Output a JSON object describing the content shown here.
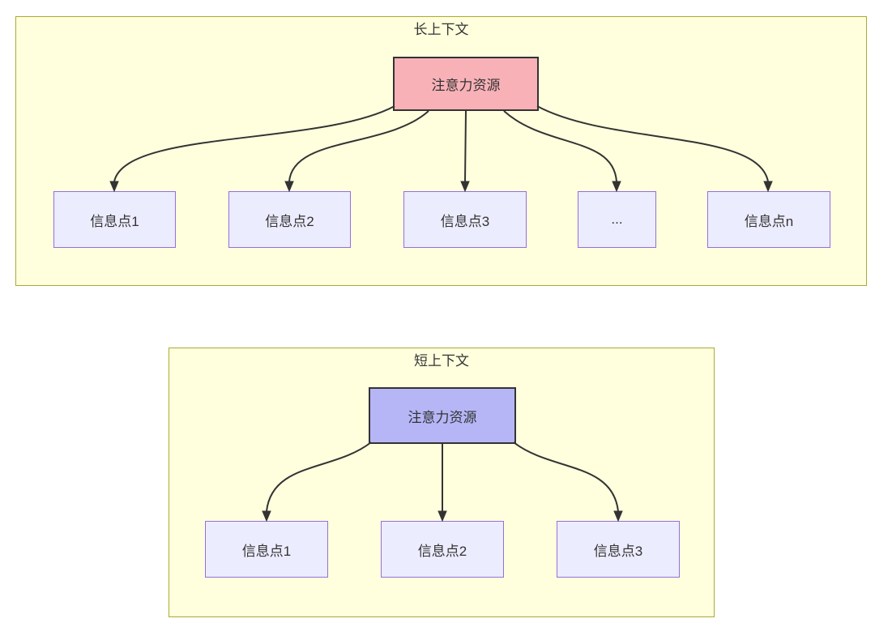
{
  "diagram": {
    "colors": {
      "container_fill": "#FFFFDE",
      "container_border": "#AAAA33",
      "node_fill": "#ECECFF",
      "node_border": "#9370DB",
      "attention_long_fill": "#F9B1B8",
      "attention_short_fill": "#B6B6F7",
      "line": "#333333"
    },
    "long_context": {
      "title": "长上下文",
      "attention": "注意力资源",
      "nodes": [
        "信息点1",
        "信息点2",
        "信息点3",
        "...",
        "信息点n"
      ]
    },
    "short_context": {
      "title": "短上下文",
      "attention": "注意力资源",
      "nodes": [
        "信息点1",
        "信息点2",
        "信息点3"
      ]
    }
  }
}
